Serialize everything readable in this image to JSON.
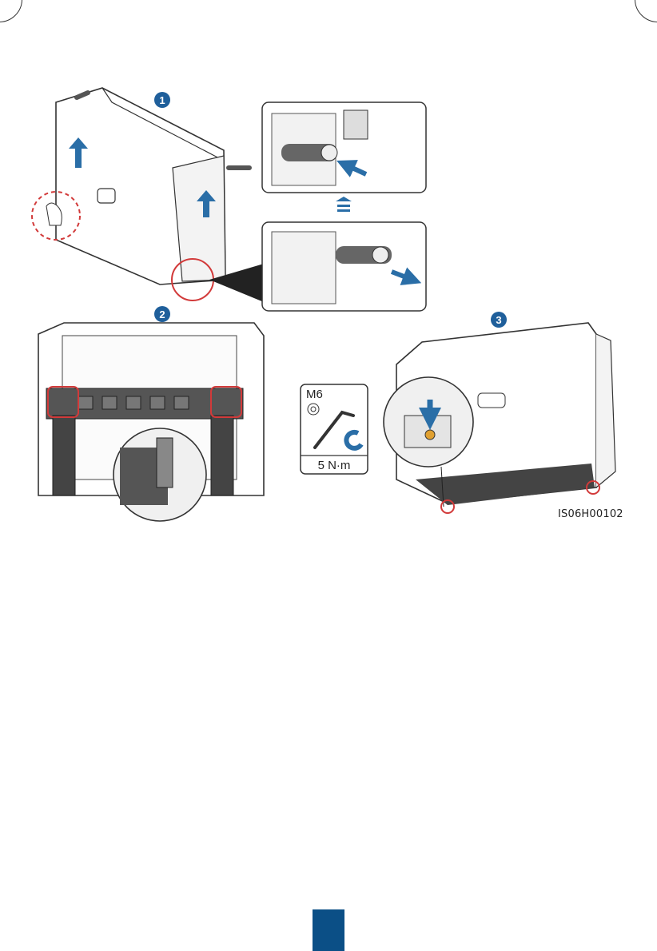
{
  "figure": {
    "steps": [
      "1",
      "2",
      "3"
    ],
    "bolt_label": "M6",
    "torque_label": "5 N·m",
    "figure_code": "IS06H00102"
  },
  "colors": {
    "step_badge": "#1f5f9b",
    "arrow": "#2a6ea7",
    "highlight_circle": "#d23a3a",
    "page_tab": "#0b4f86"
  }
}
